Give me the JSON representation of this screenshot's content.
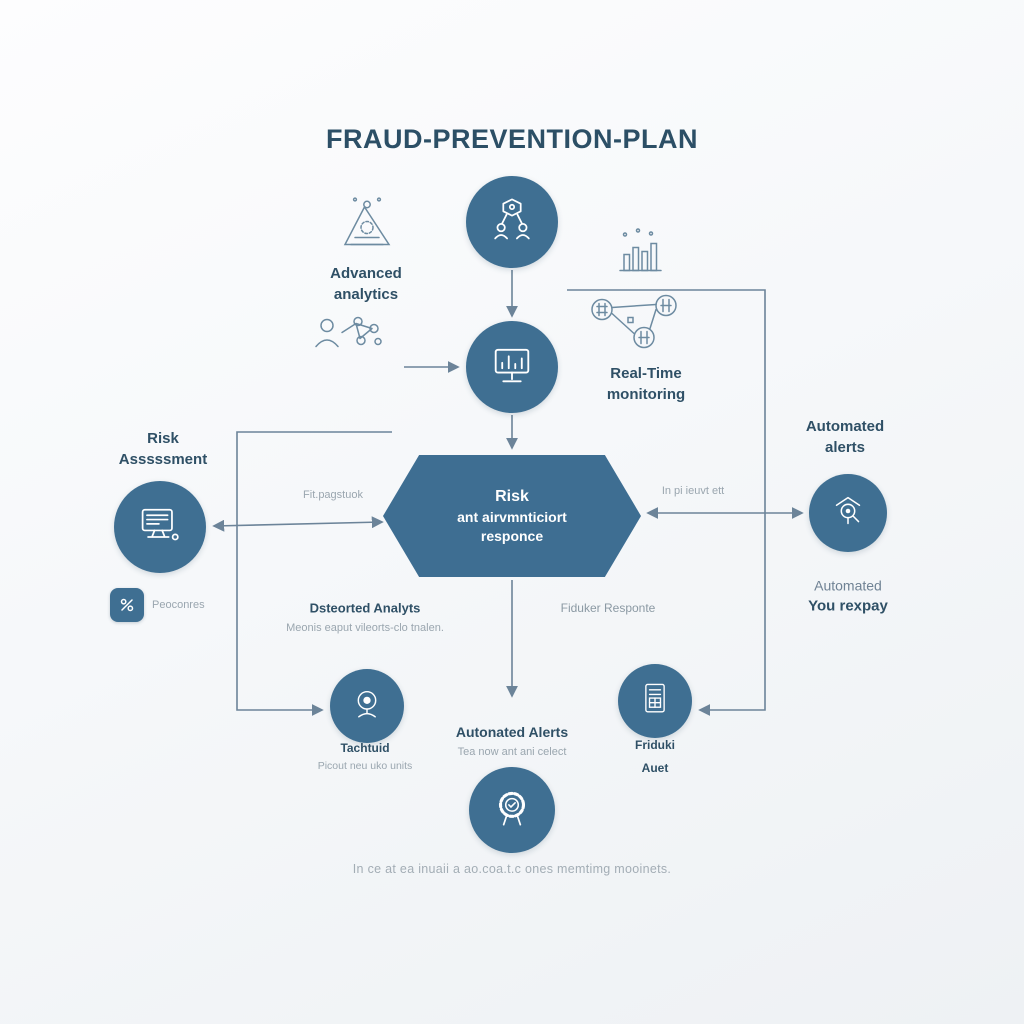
{
  "title": "FRAUD-PREVENTION-PLAN",
  "colors": {
    "node_fill": "#3f6f92",
    "hexagon_fill": "#3e6e92",
    "title_text": "#2c4f66",
    "dark_text": "#2f5066",
    "gray_text": "#9aa6af",
    "connector": "#6c8499",
    "background": "#f4f6f9"
  },
  "hexagon": {
    "line1": "Risk",
    "line2": "ant airvmnticiort",
    "line3": "responce"
  },
  "labels": {
    "advanced": {
      "line1": "Advanced",
      "line2": "analytics"
    },
    "realtime": {
      "line1": "Real-Time",
      "line2": "monitoring"
    },
    "risk": {
      "line1": "Risk",
      "line2": "Asssssment"
    },
    "alerts": {
      "line1": "Automated",
      "line2": "alerts"
    },
    "arrow_left": "Fit.pagstuok",
    "arrow_right": "In pi ieuvt ett",
    "badge": "Peoconres",
    "right_sub1": "Automated",
    "right_sub2": "You rexpay",
    "mid_left_title": "Dsteorted Analyts",
    "mid_left_sub": "Meonis eaput vileorts-clo tnalen.",
    "mid_right": "Fiduker Responte",
    "bottom_center_title": "Autonated Alerts",
    "bottom_center_sub": "Tea now ant ani celect",
    "bottom_left_title": "Tachtuid",
    "bottom_left_sub": "Picout neu uko units",
    "bottom_right_title": "Friduki",
    "bottom_right_sub": "Auet",
    "caption": "In ce at ea inuaii a ao.coa.t.c ones memtimg mooinets."
  },
  "icons": {
    "top_node": "network-people-icon",
    "mid_node": "monitor-chart-icon",
    "left_node": "desktop-computer-icon",
    "right_node": "alert-monitor-icon",
    "bottom_left_node": "camera-icon",
    "bottom_right_node": "document-icon",
    "bottom_center_node": "badge-rosette-icon",
    "pyramid": "analytics-pyramid-icon",
    "bars": "bar-chart-icon",
    "person_network": "person-network-icon",
    "coins_network": "network-coins-icon",
    "mini_badge": "percent-badge-icon"
  }
}
